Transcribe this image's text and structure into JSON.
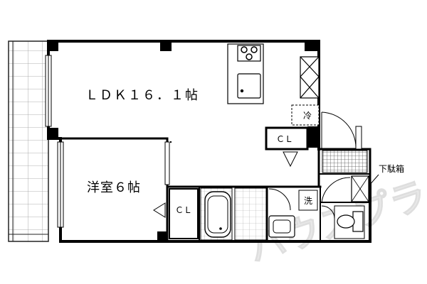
{
  "labels": {
    "ldk": "ＬＤＫ１６．１帖",
    "western_room": "洋室６帖",
    "closet_kitchen": "ＣＬ",
    "closet_bedroom": "ＣＬ",
    "refrigerator": "冷",
    "washer": "洗",
    "shoe_cabinet": "下駄箱"
  },
  "watermark": "ハウスプラ",
  "colors": {
    "wall": "#000000",
    "line": "#333333",
    "tile": "#888888",
    "watermark": "#d0d0d0"
  }
}
